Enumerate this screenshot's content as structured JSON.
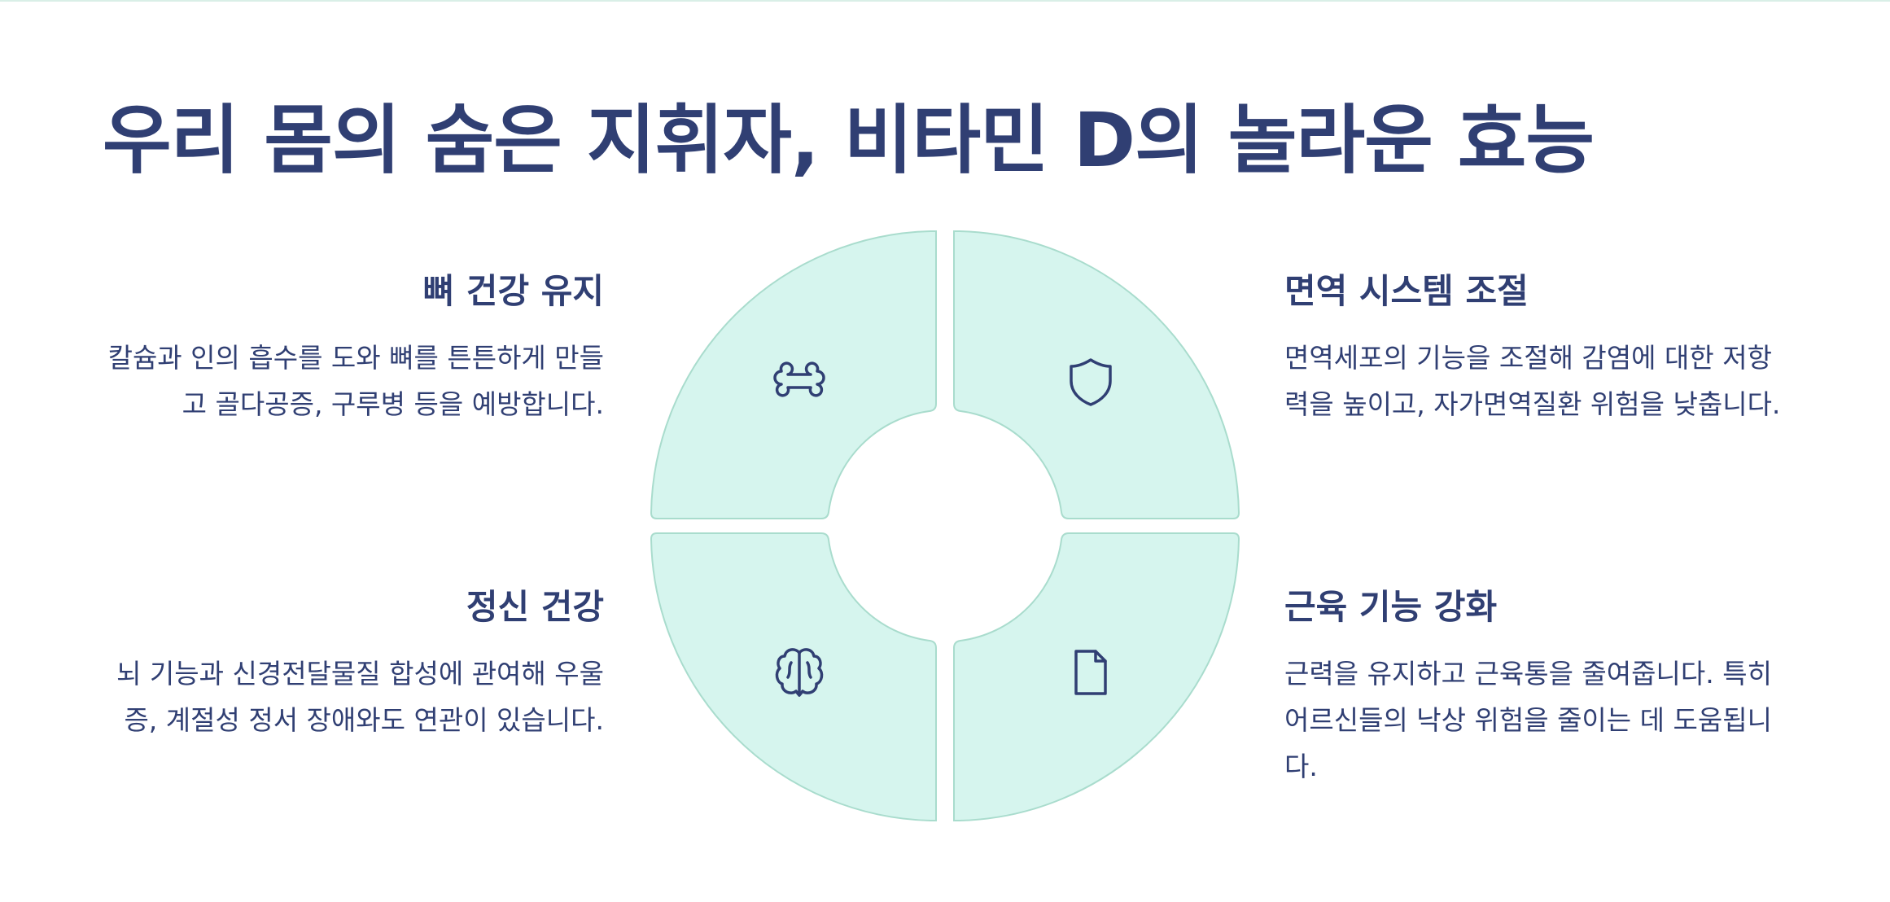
{
  "title": "우리 몸의 숨은 지휘자, 비타민 D의 놀라운 효능",
  "accent_color": "#303f73",
  "segment_fill": "#d6f5ee",
  "segment_stroke": "#a9dccd",
  "items": [
    {
      "position": "top-left",
      "icon": "bone-icon",
      "heading": "뼈 건강 유지",
      "body": "칼슘과 인의 흡수를 도와 뼈를 튼튼하게 만들고 골다공증, 구루병 등을 예방합니다."
    },
    {
      "position": "top-right",
      "icon": "shield-icon",
      "heading": "면역 시스템 조절",
      "body": "면역세포의 기능을 조절해 감염에 대한 저항력을 높이고, 자가면역질환 위험을 낮춥니다."
    },
    {
      "position": "bottom-left",
      "icon": "brain-icon",
      "heading": "정신 건강",
      "body": "뇌 기능과 신경전달물질 합성에 관여해 우울증, 계절성 정서 장애와도 연관이 있습니다."
    },
    {
      "position": "bottom-right",
      "icon": "document-icon",
      "heading": "근육 기능 강화",
      "body": "근력을 유지하고 근육통을 줄여줍니다. 특히 어르신들의 낙상 위험을 줄이는 데 도움됩니다."
    }
  ]
}
